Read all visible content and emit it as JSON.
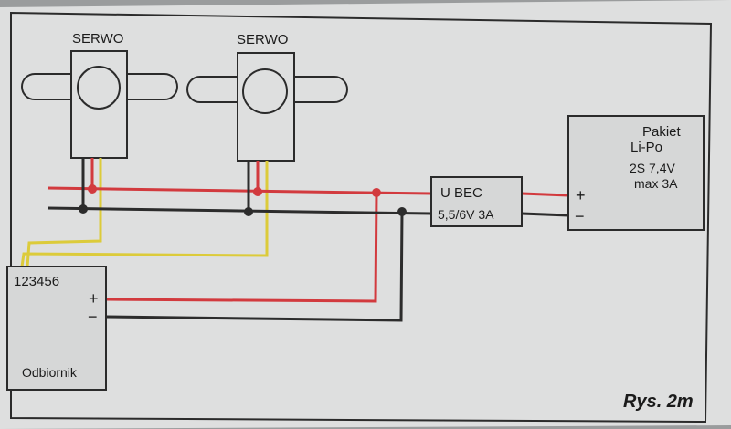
{
  "diagram": {
    "servo_left": {
      "label": "SERWO"
    },
    "servo_right": {
      "label": "SERWO"
    },
    "ubec": {
      "line1": "U BEC",
      "line2": "5,5/6V 3A"
    },
    "battery": {
      "title_line1": "Pakiet",
      "title_line2": "Li-Po",
      "spec_line1": "2S 7,4V",
      "spec_line2": "max  3A",
      "plus": "+",
      "minus": "−"
    },
    "receiver": {
      "channels": "123456",
      "plus": "+",
      "minus": "−",
      "label": "Odbiornik"
    },
    "figure_caption": "Rys. 2m"
  },
  "colors": {
    "paper": "#dedfdf",
    "positive_wire": "#d23a3e",
    "negative_wire": "#2c2c2c",
    "signal_wire": "#dccb3a",
    "outline": "#2b2b2b",
    "component_fill": "#d6d7d7"
  }
}
